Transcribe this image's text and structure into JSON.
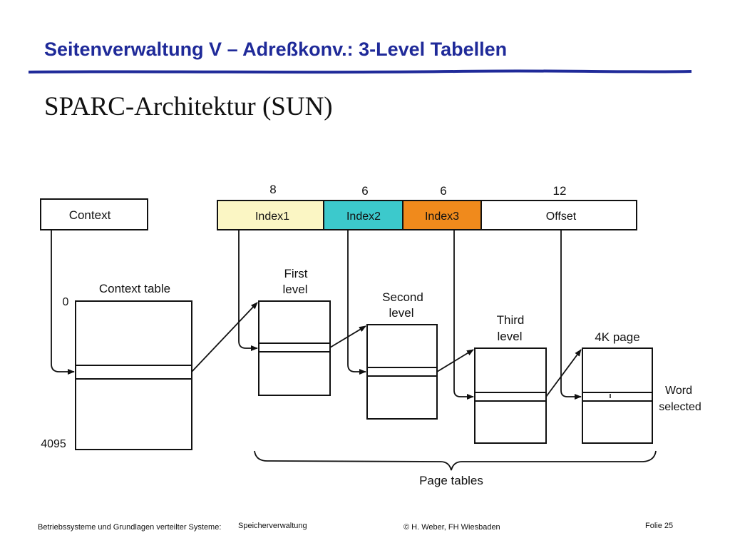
{
  "slide": {
    "title": "Seitenverwaltung V – Adreßkonv.: 3-Level Tabellen",
    "subtitle": "SPARC-Architektur (SUN)"
  },
  "diagram": {
    "context_box_label": "Context",
    "address_fields": [
      {
        "label": "Index1",
        "bits": "8",
        "color": "#fbf6c4"
      },
      {
        "label": "Index2",
        "bits": "6",
        "color": "#3cc9cc"
      },
      {
        "label": "Index3",
        "bits": "6",
        "color": "#f08a1c"
      },
      {
        "label": "Offset",
        "bits": "12",
        "color": "#ffffff"
      }
    ],
    "context_table": {
      "label": "Context table",
      "start_index": "0",
      "end_index": "4095"
    },
    "first_level": {
      "line1": "First",
      "line2": "level"
    },
    "second_level": {
      "line1": "Second",
      "line2": "level"
    },
    "third_level": {
      "line1": "Third",
      "line2": "level"
    },
    "page": {
      "label": "4K page"
    },
    "word_selected": {
      "line1": "Word",
      "line2": "selected"
    },
    "page_tables_label": "Page tables"
  },
  "footer": {
    "course": "Betriebssysteme und Grundlagen verteilter Systeme:",
    "topic": "Speicherverwaltung",
    "author": "© H. Weber, FH Wiesbaden",
    "page": "Folie 25"
  }
}
